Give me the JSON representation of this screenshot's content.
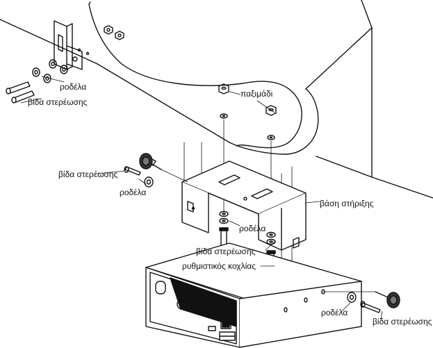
{
  "labels": {
    "washer_top_left": "ροδέλα",
    "screw_top_left": "βίδα στερέωσης",
    "nut_top": "παξιμάδι",
    "screw_mid_left": "βίδα στερέωσης",
    "washer_mid_left": "ροδέλα",
    "mount_base": "βάση στήριξης",
    "washer_center": "ροδέλα",
    "screw_center": "βίδα στερέωσης",
    "adjust_knob": "ρυθμιστικός κοχλίας",
    "washer_right": "ροδέλα",
    "screw_right": "βίδα στερέωσης"
  }
}
